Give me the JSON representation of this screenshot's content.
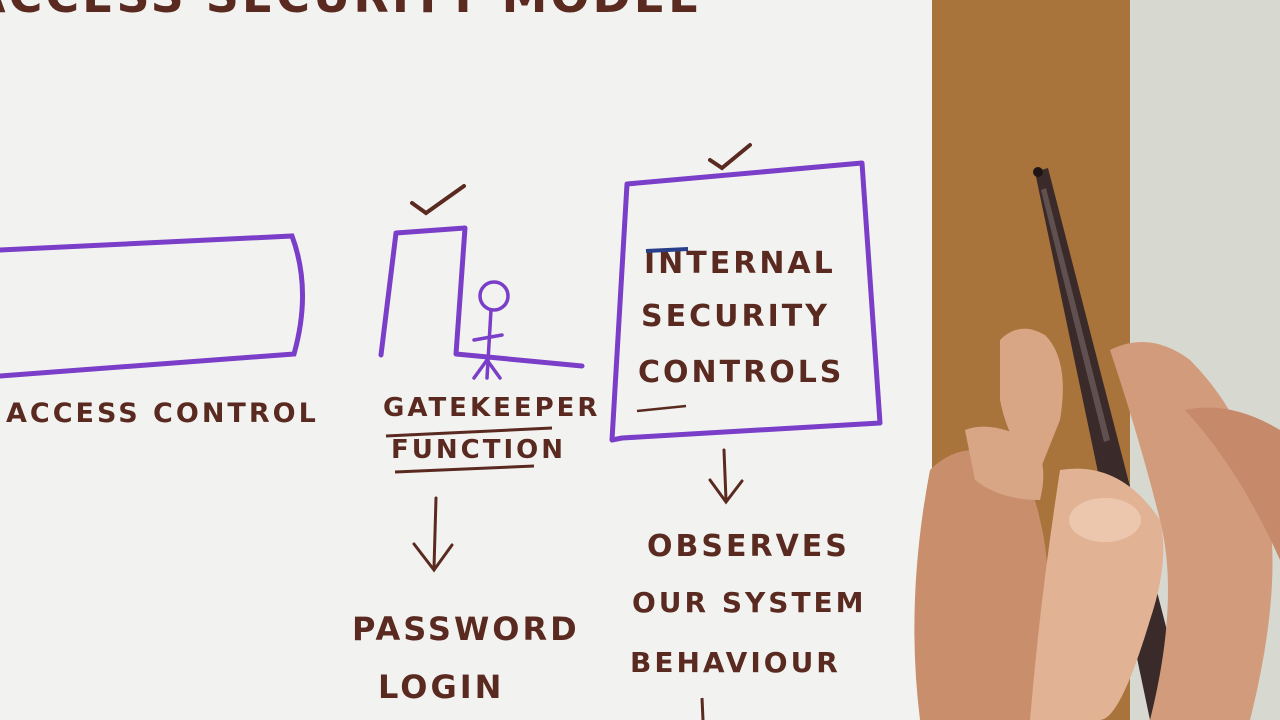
{
  "title": "ACCESS SECURITY MODEL",
  "labels": {
    "access_control": "ACCESS CONTROL",
    "gatekeeper_line1": "GATEKEEPER",
    "gatekeeper_line2": "FUNCTION",
    "internal_line1": "INTERNAL",
    "internal_line2": "SECURITY",
    "internal_line3": "CONTROLS",
    "password_line1": "PASSWORD",
    "password_line2": "LOGIN",
    "observes_line1": "OBSERVES",
    "observes_line2": "OUR SYSTEM",
    "observes_line3": "BEHAVIOUR"
  },
  "colors": {
    "ink_brown": "#5a2a20",
    "ink_purple": "#7a3ec8",
    "paper": "#f2f3f1",
    "board": "#a8743c",
    "wall": "#d7d8d0",
    "pen": "#3a2a2a",
    "skin": "#d8a585"
  }
}
